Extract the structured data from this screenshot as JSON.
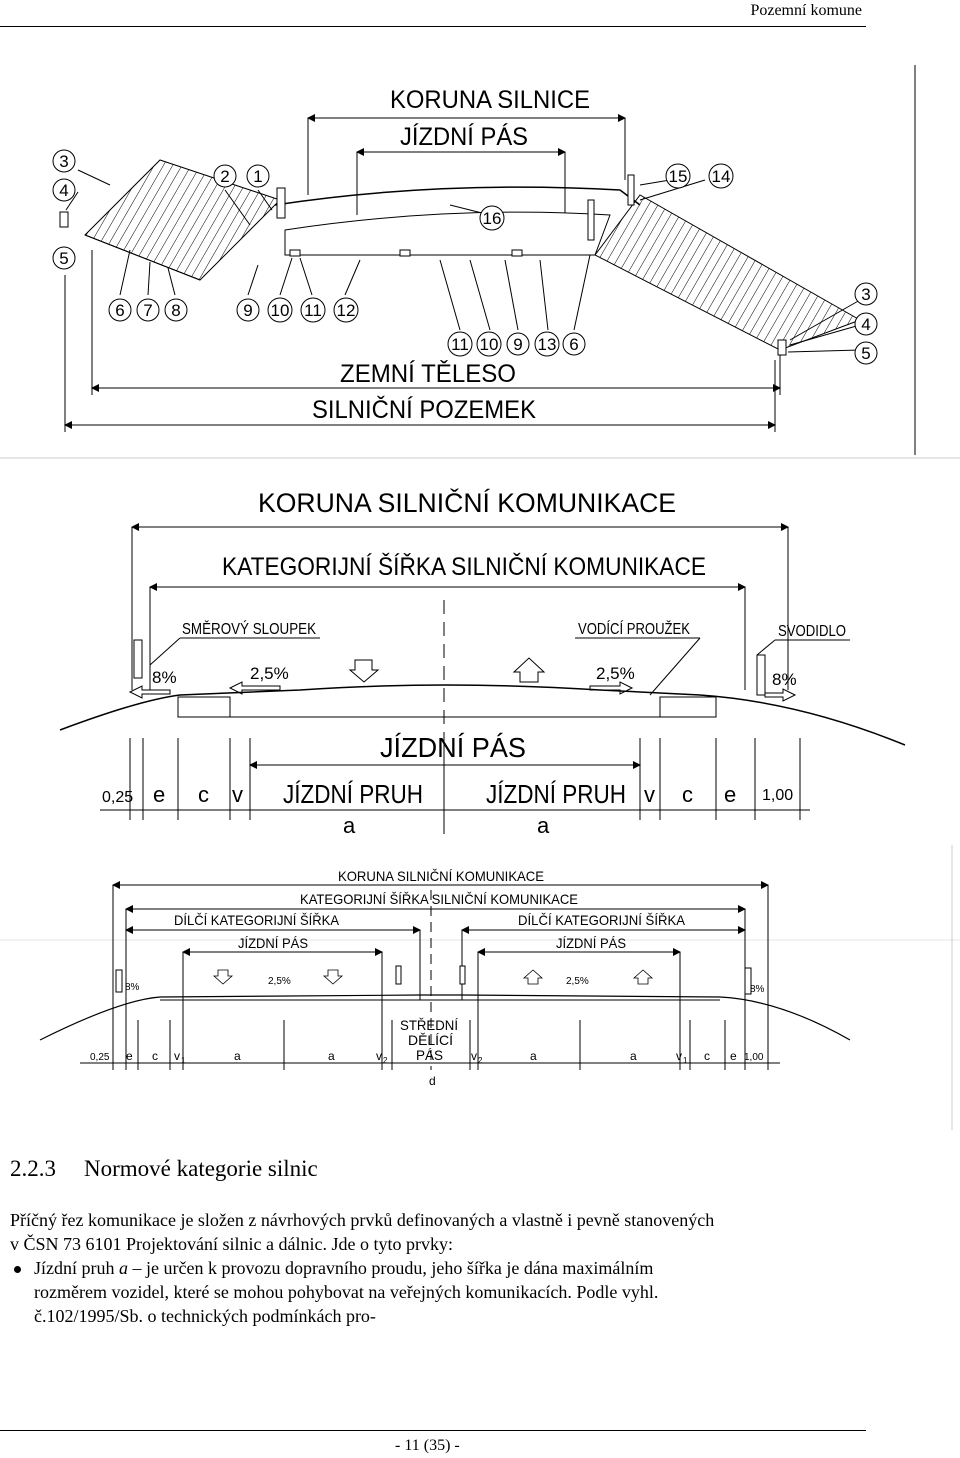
{
  "header": {
    "title": "Pozemní komune"
  },
  "diagram1": {
    "koruna": "KORUNA SILNICE",
    "jizdni_pas": "JÍZDNÍ PÁS",
    "zemni": "ZEMNÍ TĚLESO",
    "pozemek": "SILNIČNÍ POZEMEK",
    "marks": [
      "1",
      "2",
      "3",
      "4",
      "5",
      "6",
      "7",
      "8",
      "9",
      "10",
      "11",
      "12",
      "13",
      "14",
      "15",
      "16"
    ]
  },
  "diagram2": {
    "koruna": "KORUNA SILNIČNÍ KOMUNIKACE",
    "kategorijni": "KATEGORIJNÍ ŠÍŘKA SILNIČNÍ KOMUNIKACE",
    "smerovy": "SMĚROVÝ SLOUPEK",
    "vodici": "VODÍCÍ PROUŽEK",
    "svodidlo": "SVODIDLO",
    "slope_outer": "8%",
    "slope_inner": "2,5%",
    "jizdni_pas": "JÍZDNÍ PÁS",
    "jizdni_pruh": "JÍZDNÍ PRUH",
    "a": "a",
    "e": "e",
    "c": "c",
    "v": "v",
    "left_dim": "0,25",
    "right_dim": "1,00"
  },
  "diagram3": {
    "koruna": "KORUNA SILNIČNÍ KOMUNIKACE",
    "kategorijni": "KATEGORIJNÍ ŠÍŘKA SILNIČNÍ KOMUNIKACE",
    "dilci": "DÍLČÍ KATEGORIJNÍ ŠÍŘKA",
    "jizdni_pas": "JÍZDNÍ PÁS",
    "stredni1": "STŘEDNÍ",
    "stredni2": "DĚLÍCÍ",
    "stredni3": "PÁS",
    "slope_outer": "8%",
    "slope_inner": "2,5%",
    "left_dim": "0,25",
    "right_dim": "1,00",
    "e": "e",
    "c": "c",
    "a": "a",
    "v1": "v",
    "v2": "v",
    "sub1": "1",
    "sub2": "2",
    "d": "d"
  },
  "section": {
    "number": "2.2.3",
    "title": "Normové kategorie silnic"
  },
  "body": {
    "p1": "Příčný řez komunikace je složen z návrhových prvků definovaných a vlastně i pevně stanovených v ČSN 73 6101 Projektování silnic a dálnic. Jde o tyto prvky:",
    "b1_pre": "Jízdní pruh ",
    "b1_var": "a",
    "b1_post": " – je určen k provozu dopravního proudu, jeho šířka je dána maximálním rozměrem vozidel, které se mohou pohybovat na veřejných komunikacích. Podle vyhl. č.102/1995/Sb. o technických podmínkách pro-"
  },
  "footer": {
    "page": "- 11 (35) -"
  }
}
